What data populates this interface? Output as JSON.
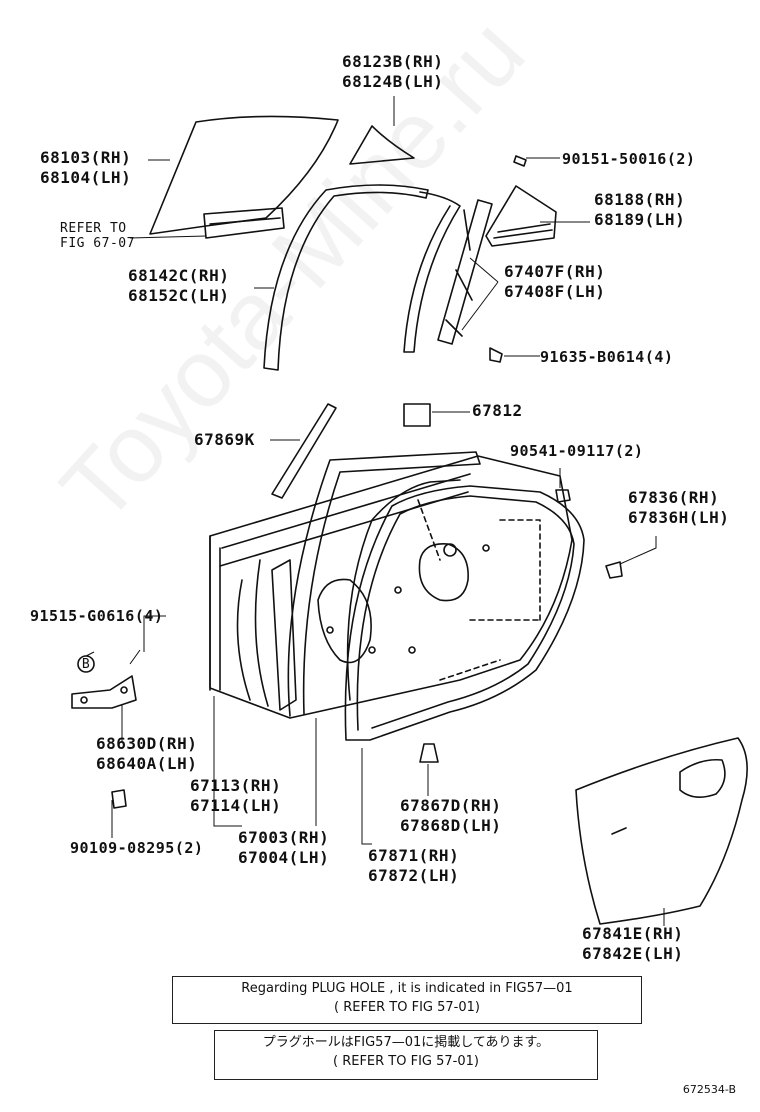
{
  "parts": {
    "p68123": [
      "68123B(RH)",
      "68124B(LH)"
    ],
    "p68103": [
      "68103(RH)",
      "68104(LH)"
    ],
    "refer": [
      "REFER TO",
      "FIG 67-07"
    ],
    "p90151": "90151-50016(2)",
    "p68188": [
      "68188(RH)",
      "68189(LH)"
    ],
    "p68142": [
      "68142C(RH)",
      "68152C(LH)"
    ],
    "p67407": [
      "67407F(RH)",
      "67408F(LH)"
    ],
    "p91635": "91635-B0614(4)",
    "p67812": "67812",
    "p67869": "67869K",
    "p90541": "90541-09117(2)",
    "p67836": [
      "67836(RH)",
      "67836H(LH)"
    ],
    "p91515": "91515-G0616(4)",
    "bMark": "B",
    "p68630": [
      "68630D(RH)",
      "68640A(LH)"
    ],
    "p67113": [
      "67113(RH)",
      "67114(LH)"
    ],
    "p67867": [
      "67867D(RH)",
      "67868D(LH)"
    ],
    "p67003": [
      "67003(RH)",
      "67004(LH)"
    ],
    "p67871": [
      "67871(RH)",
      "67872(LH)"
    ],
    "p90109": "90109-08295(2)",
    "p67841": [
      "67841E(RH)",
      "67842E(LH)"
    ]
  },
  "notes": {
    "en_line1": "Regarding PLUG HOLE , it is indicated in FIG57—01",
    "en_line2": "( REFER TO FIG 57-01)",
    "jp_line1": "プラグホールはFIG57—01に掲載してあります。",
    "jp_line2": "( REFER TO FIG 57-01)"
  },
  "watermark": "Toyota-Mine.ru",
  "figure_code": "672534-B"
}
